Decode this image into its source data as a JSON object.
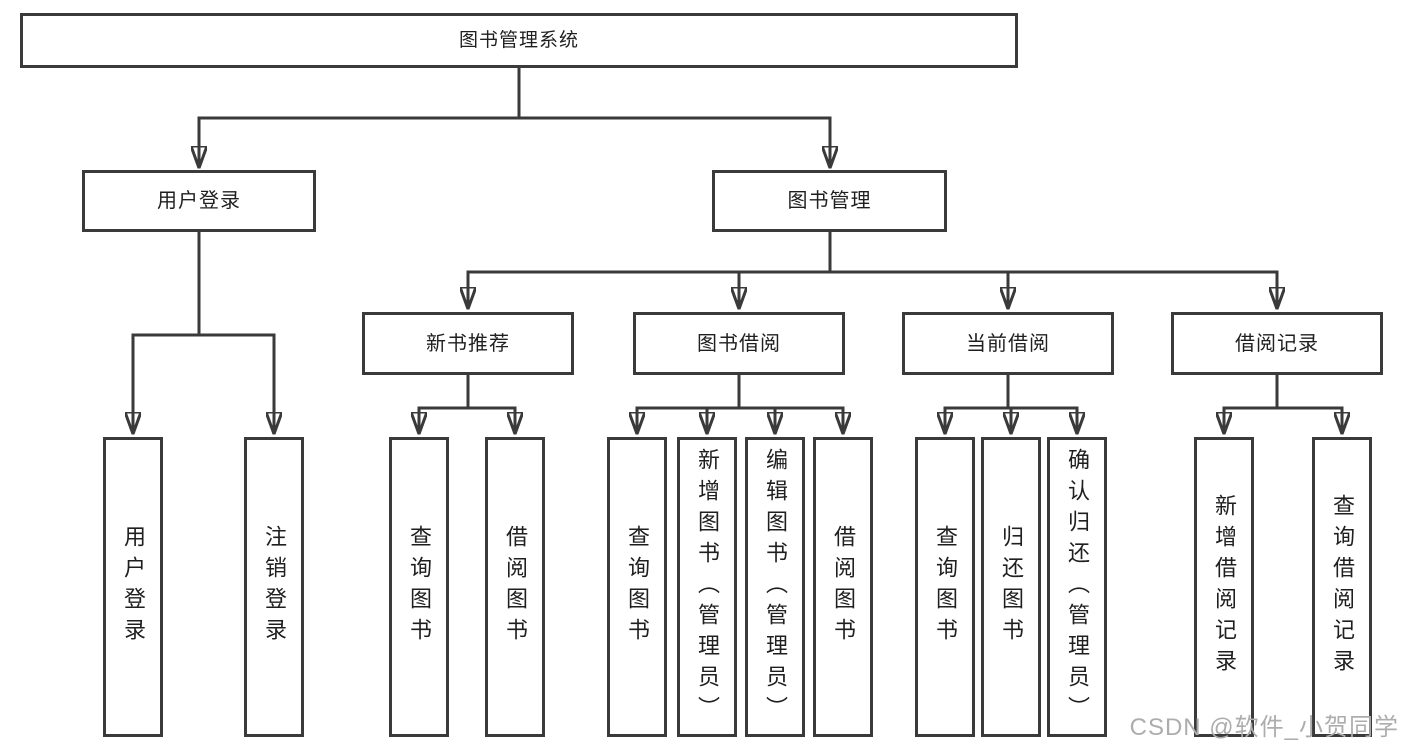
{
  "nodes": {
    "root": "图书管理系统",
    "level2": [
      "用户登录",
      "图书管理"
    ],
    "level3": [
      "新书推荐",
      "图书借阅",
      "当前借阅",
      "借阅记录"
    ],
    "leaves": [
      "用户登录",
      "注销登录",
      "查询图书",
      "借阅图书",
      "查询图书",
      "新增图书（管理员）",
      "编辑图书（管理员）",
      "借阅图书",
      "查询图书",
      "归还图书",
      "确认归还（管理员）",
      "新增借阅记录",
      "查询借阅记录"
    ]
  },
  "watermark": "CSDN @软件_小贺同学",
  "colors": {
    "line": "#3a3a3a",
    "text": "#1f1f1f",
    "watermark": "#adadad",
    "background": "#ffffff"
  }
}
